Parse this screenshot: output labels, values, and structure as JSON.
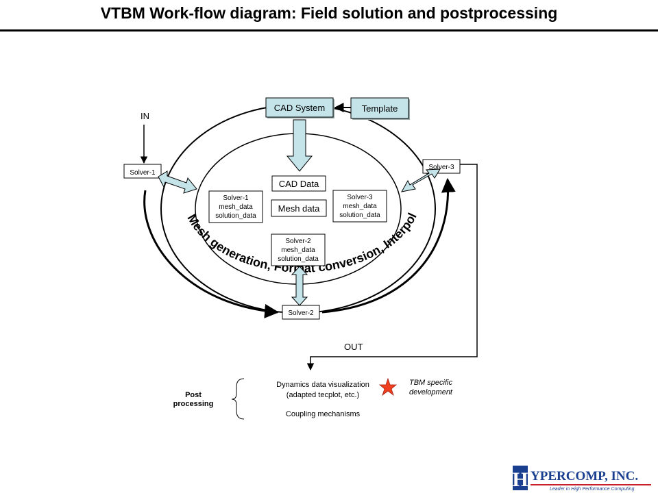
{
  "title": "VTBM Work-flow diagram: Field solution and postprocessing",
  "colors": {
    "box_fill": "#c4e4ea",
    "ring_fill": "#ffffff",
    "star": "#f04020",
    "logo_blue": "#1a3f8f",
    "logo_red": "#c8202a"
  },
  "nodes": {
    "cad_system": "CAD System",
    "template": "Template",
    "in": "IN",
    "out": "OUT",
    "solver1": "Solver-1",
    "solver2": "Solver-2",
    "solver3": "Solver-3",
    "cad_data": "CAD Data",
    "mesh_data": "Mesh data"
  },
  "inner_boxes": {
    "s1": [
      "Solver-1",
      "mesh_data",
      "solution_data"
    ],
    "s2": [
      "Solver-2",
      "mesh_data",
      "solution_data"
    ],
    "s3": [
      "Solver-3",
      "mesh_data",
      "solution_data"
    ]
  },
  "ring_text": "Mesh generation, Format conversion, Interpolati on",
  "post": {
    "label_line1": "Post",
    "label_line2": "processing",
    "item1_line1": "Dynamics data visualization",
    "item1_line2": "(adapted tecplot, etc.)",
    "item2": "Coupling mechanisms",
    "note_line1": "TBM specific",
    "note_line2": "development"
  },
  "logo": {
    "letter": "H",
    "name": "YPERCOMP, INC.",
    "tagline": "Leader in High Performance Computing"
  }
}
